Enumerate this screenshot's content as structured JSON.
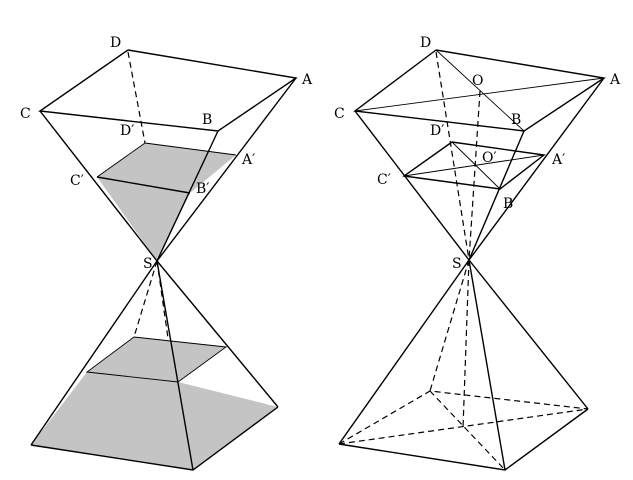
{
  "figure_left": {
    "labels": {
      "D": "D",
      "A": "A",
      "C": "C",
      "B": "B",
      "D_prime": "D′",
      "A_prime": "A′",
      "C_prime": "C′",
      "B_prime": "B′",
      "S": "S"
    }
  },
  "figure_right": {
    "labels": {
      "D": "D",
      "O": "O",
      "A": "A",
      "C": "C",
      "B": "B",
      "D_prime": "D′",
      "O_prime": "O′",
      "A_prime": "A′",
      "C_prime": "C′",
      "B_prime": "B′",
      "S": "S"
    }
  },
  "colors": {
    "stroke": "#000000",
    "shade": "#c4c4c4",
    "background": "#ffffff"
  }
}
